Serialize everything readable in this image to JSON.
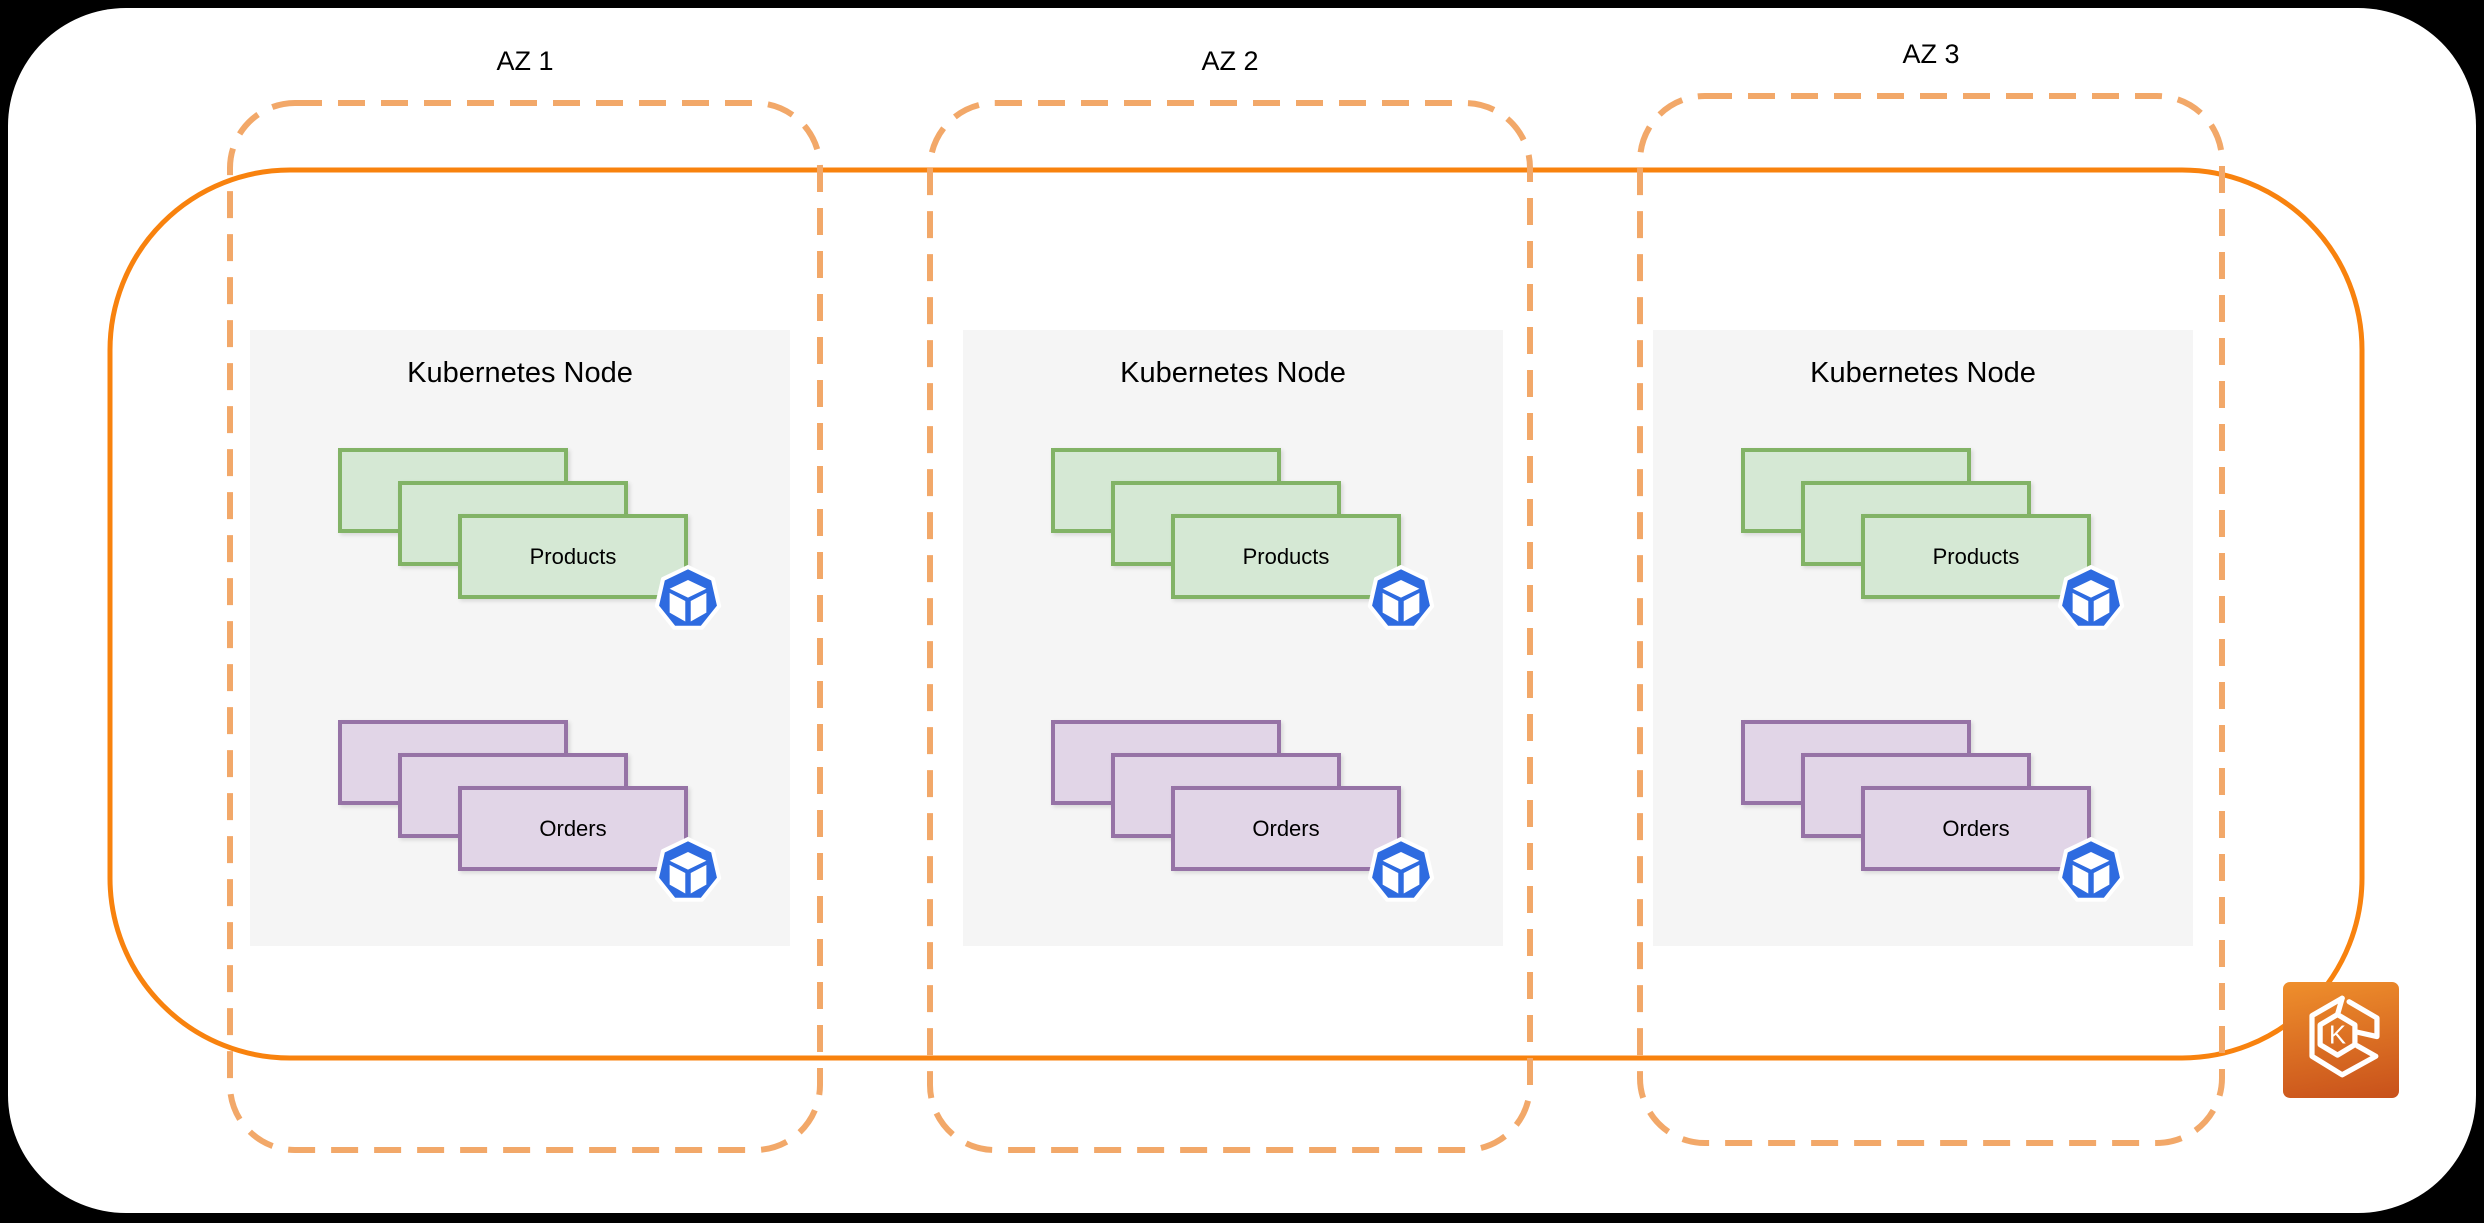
{
  "colors": {
    "background": "#000000",
    "canvas": "#FFFFFF",
    "cluster_border": "#F8820E",
    "az_border": "#F2A869",
    "node_background": "#F5F5F5",
    "products_fill": "#D5E8D4",
    "products_border": "#82B366",
    "orders_fill": "#E1D5E7",
    "orders_border": "#9673A6",
    "pod_blue": "#2E6BE0",
    "eks_gradient_top": "#EF8F2C",
    "eks_gradient_bottom": "#C8511B"
  },
  "availability_zones": [
    {
      "label": "AZ 1",
      "node": {
        "title": "Kubernetes Node",
        "workloads": [
          {
            "label": "Products",
            "replicas": 3
          },
          {
            "label": "Orders",
            "replicas": 3
          }
        ]
      }
    },
    {
      "label": "AZ 2",
      "node": {
        "title": "Kubernetes Node",
        "workloads": [
          {
            "label": "Products",
            "replicas": 3
          },
          {
            "label": "Orders",
            "replicas": 3
          }
        ]
      }
    },
    {
      "label": "AZ 3",
      "node": {
        "title": "Kubernetes Node",
        "workloads": [
          {
            "label": "Products",
            "replicas": 3
          },
          {
            "label": "Orders",
            "replicas": 3
          }
        ]
      }
    }
  ],
  "eks_icon": {
    "letter": "K"
  }
}
